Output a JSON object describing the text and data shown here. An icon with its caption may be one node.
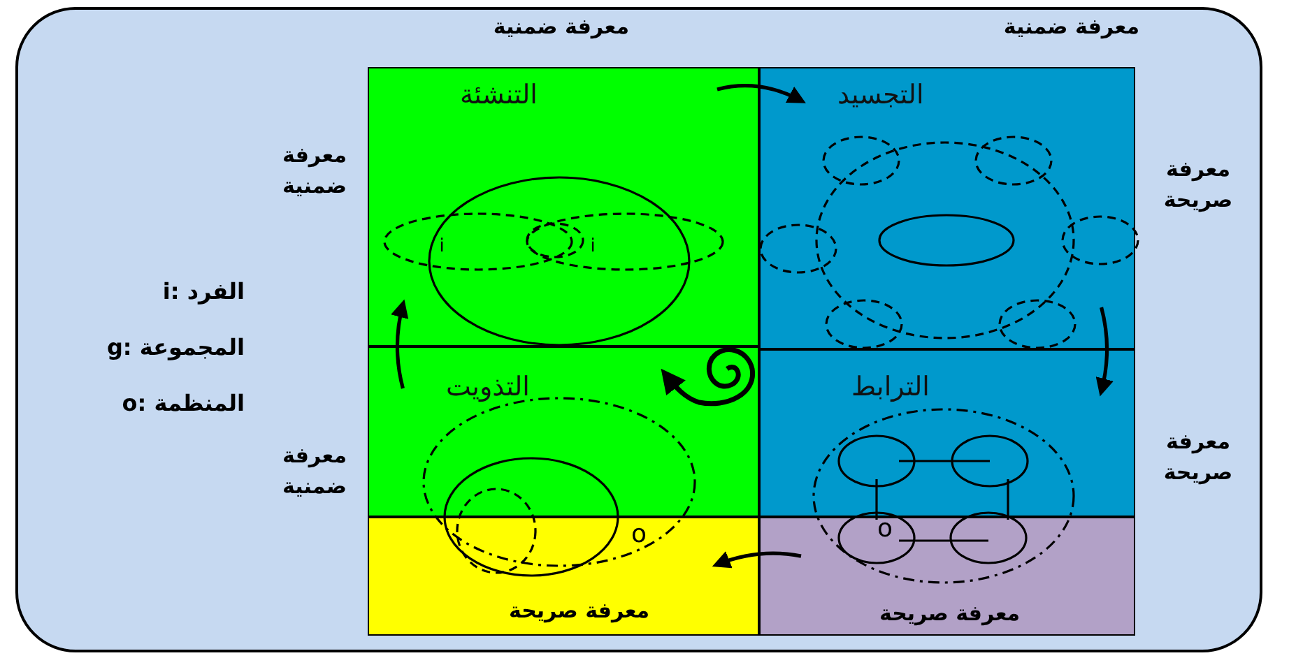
{
  "diagram": {
    "nodes": [
      {
        "text": [
          "التنشئة"
        ]
      },
      {
        "text": [
          "التجسيد"
        ]
      },
      {
        "text": [
          "التذويت"
        ]
      },
      {
        "text": [
          "الترابط"
        ]
      },
      {
        "text": [
          "معرفة صريحة"
        ]
      },
      {
        "text": [
          "معرفة صريحة"
        ]
      }
    ],
    "edges": [
      {
        "from": 0,
        "to": 1,
        "arrow": "to"
      },
      {
        "from": 1,
        "to": 3,
        "arrow": "to"
      },
      {
        "from": 5,
        "to": 4,
        "arrow": "to"
      },
      {
        "from": 2,
        "to": 0,
        "arrow": "to"
      }
    ],
    "labels": [
      "معرفة ضمنية",
      "معرفة ضمنية",
      "معرفة ضمنية",
      "معرفة صريحة",
      "i",
      "i",
      "i: الفرد",
      "g: المجموعة",
      "o: المنظمة",
      "معرفة ضمنية",
      "معرفة صريحة",
      "o",
      "o"
    ]
  }
}
